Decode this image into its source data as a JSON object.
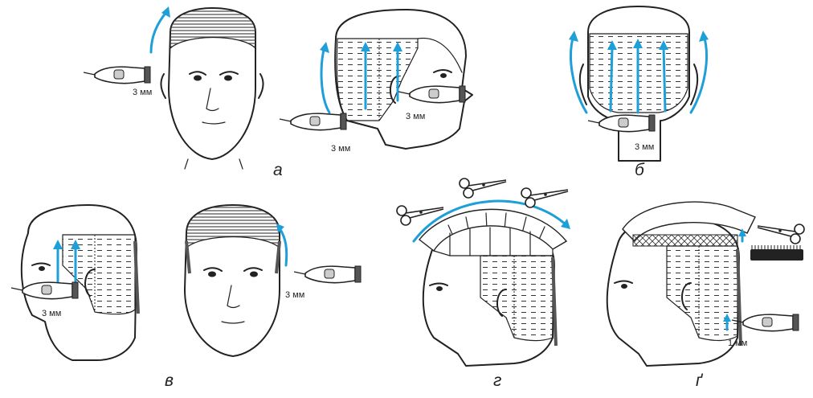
{
  "captions": {
    "a": "а",
    "b": "б",
    "v": "в",
    "g": "г",
    "g2": "ґ"
  },
  "labels": {
    "l1": "3 мм",
    "l2": "3 мм",
    "l3": "3 мм",
    "l4": "3 мм",
    "l5": "3 мм",
    "l6": "3 мм",
    "l7": "1 мм"
  },
  "colors": {
    "arrow": "#1e9fd8",
    "ink": "#222222"
  },
  "icons": [
    "hair-clipper-icon",
    "scissors-icon",
    "comb-icon"
  ]
}
